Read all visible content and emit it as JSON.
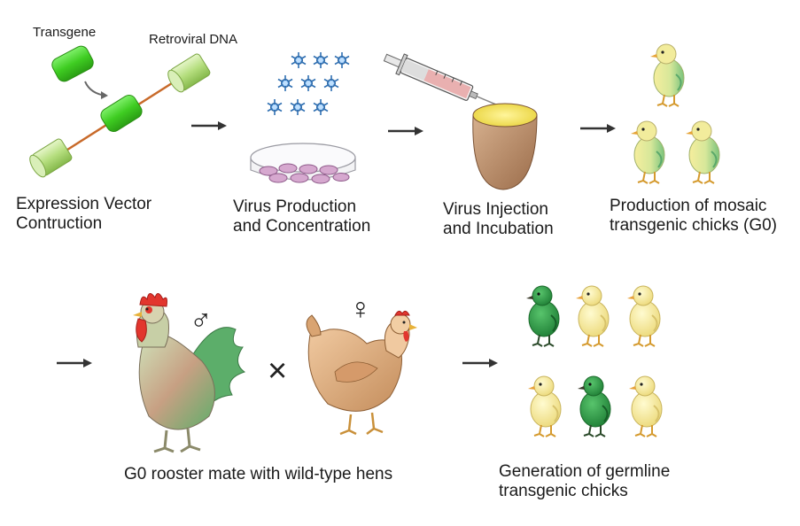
{
  "steps": [
    {
      "lines": [
        "Expression Vector",
        "Contruction"
      ]
    },
    {
      "lines": [
        "Virus Production",
        "and Concentration"
      ]
    },
    {
      "lines": [
        "Virus Injection",
        "and Incubation"
      ]
    },
    {
      "lines": [
        "Production of mosaic",
        "transgenic chicks (G0)"
      ]
    }
  ],
  "vector_labels": {
    "transgene": "Transgene",
    "retroviral": "Retroviral DNA"
  },
  "mating": {
    "male_symbol": "♂",
    "female_symbol": "♀",
    "cross_symbol": "×",
    "caption": "G0 rooster mate with wild-type hens"
  },
  "germline": {
    "lines": [
      "Generation of germline",
      "transgenic chicks"
    ]
  },
  "colors": {
    "transgene_green": "#44d22a",
    "retroviral_green": "#a8d86a",
    "arrow": "#333333",
    "virus_blue": "#3d7fc4",
    "egg_brown": "#b98a66",
    "chick_yellow": "#f3e89a",
    "chick_green": "#2ea84a",
    "hen_brown": "#d8a777"
  }
}
